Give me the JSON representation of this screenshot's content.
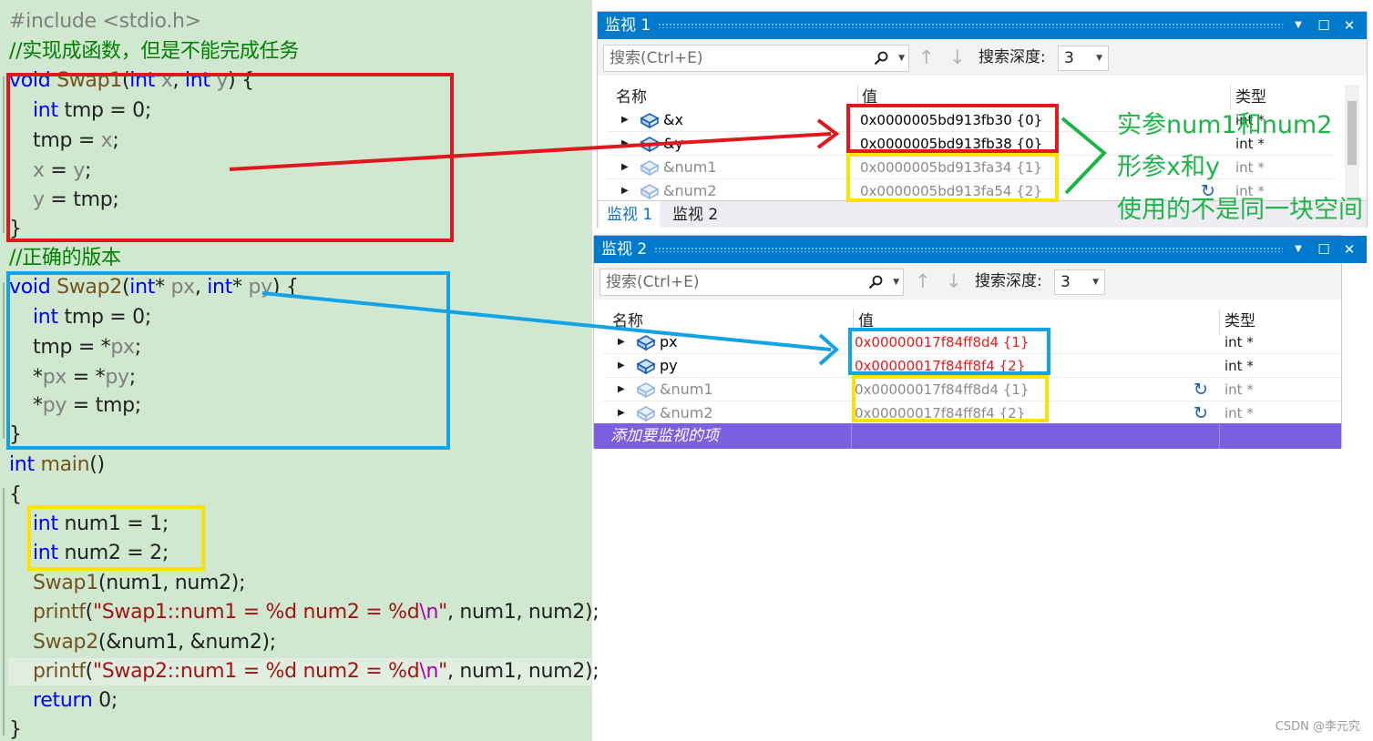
{
  "colors": {
    "editor_bg": "#cfe8cf",
    "box_red": "#e0181e",
    "box_blue": "#11a3e6",
    "box_yellow": "#ffe100",
    "annotation_green": "#1fb44a",
    "watch_title_bg": "#007acc",
    "add_watch_bg": "#7a5fe0"
  },
  "code": {
    "l1": {
      "pp": "#include",
      "hdr": "<stdio.h>"
    },
    "l2": "//实现成函数，但是不能完成任务",
    "l3": {
      "kw": "void",
      "fn": "Swap1",
      "open": "(",
      "kw2": "int",
      "p1": "x",
      "comma": ", ",
      "kw3": "int",
      "p2": "y",
      "close": ") {"
    },
    "l4": {
      "kw": "int",
      "rest": " tmp = 0;"
    },
    "l5": {
      "a": "tmp",
      "op": " = ",
      "b": "x",
      "end": ";"
    },
    "l6": {
      "a": "x",
      "op": " = ",
      "b": "y",
      "end": ";"
    },
    "l7": {
      "a": "y",
      "op": " = ",
      "b": "tmp",
      "end": ";"
    },
    "l8": "}",
    "l9": "//正确的版本",
    "l10": {
      "kw": "void",
      "fn": "Swap2",
      "open": "(",
      "kw2": "int",
      "star1": "* ",
      "p1": "px",
      "comma": ", ",
      "kw3": "int",
      "star2": "* ",
      "p2": "py",
      "close": ") {"
    },
    "l11": {
      "kw": "int",
      "rest": " tmp = 0;"
    },
    "l12": {
      "a": "tmp",
      "op": " = *",
      "b": "px",
      "end": ";"
    },
    "l13": {
      "s": "*",
      "a": "px",
      "op": " = *",
      "b": "py",
      "end": ";"
    },
    "l14": {
      "s": "*",
      "a": "py",
      "op": " = ",
      "b": "tmp",
      "end": ";"
    },
    "l15": "}",
    "l16": {
      "kw": "int",
      "fn": " main",
      "end": "()"
    },
    "l17": "{",
    "l18": {
      "kw": "int",
      "rest": " num1 = 1;"
    },
    "l19": {
      "kw": "int",
      "rest": " num2 = 2;"
    },
    "l20": {
      "fn": "Swap1",
      "rest": "(num1, num2);"
    },
    "l21": {
      "fn": "printf",
      "open": "(",
      "str": "\"Swap1::num1 = %d num2 = %d",
      "esc": "\\n",
      "str2": "\"",
      "rest": ", num1, num2);"
    },
    "l22": {
      "fn": "Swap2",
      "rest": "(&num1, &num2);"
    },
    "l23": {
      "fn": "printf",
      "open": "(",
      "str": "\"Swap2::num1 = %d num2 = %d",
      "esc": "\\n",
      "str2": "\"",
      "rest": ", num1, num2);"
    },
    "l24": {
      "kw": "return",
      "rest": " 0;"
    },
    "l25": "}"
  },
  "watch1": {
    "title": "监视 1",
    "search_placeholder": "搜索(Ctrl+E)",
    "depth_label": "搜索深度:",
    "depth_value": "3",
    "col_name": "名称",
    "col_value": "值",
    "col_type": "类型",
    "rows": [
      {
        "name": "&x",
        "value": "0x0000005bd913fb30 {0}",
        "type": "int *"
      },
      {
        "name": "&y",
        "value": "0x0000005bd913fb38 {0}",
        "type": "int *"
      },
      {
        "name": "&num1",
        "value": "0x0000005bd913fa34 {1}",
        "type": "int *"
      },
      {
        "name": "&num2",
        "value": "0x0000005bd913fa54 {2}",
        "type": "int *"
      }
    ],
    "tabs": [
      "监视 1",
      "监视 2"
    ]
  },
  "watch2": {
    "title": "监视 2",
    "search_placeholder": "搜索(Ctrl+E)",
    "depth_label": "搜索深度:",
    "depth_value": "3",
    "col_name": "名称",
    "col_value": "值",
    "col_type": "类型",
    "rows": [
      {
        "name": "px",
        "value": "0x00000017f84ff8d4 {1}",
        "type": "int *"
      },
      {
        "name": "py",
        "value": "0x00000017f84ff8f4 {2}",
        "type": "int *"
      },
      {
        "name": "&num1",
        "value": "0x00000017f84ff8d4 {1}",
        "type": "int *"
      },
      {
        "name": "&num2",
        "value": "0x00000017f84ff8f4 {2}",
        "type": "int *"
      }
    ],
    "add_watch": "添加要监视的项"
  },
  "annotations": {
    "line1": "实参num1和num2",
    "line2": "形参x和y",
    "line3": "使用的不是同一块空间"
  },
  "watermark": "CSDN @李元究"
}
